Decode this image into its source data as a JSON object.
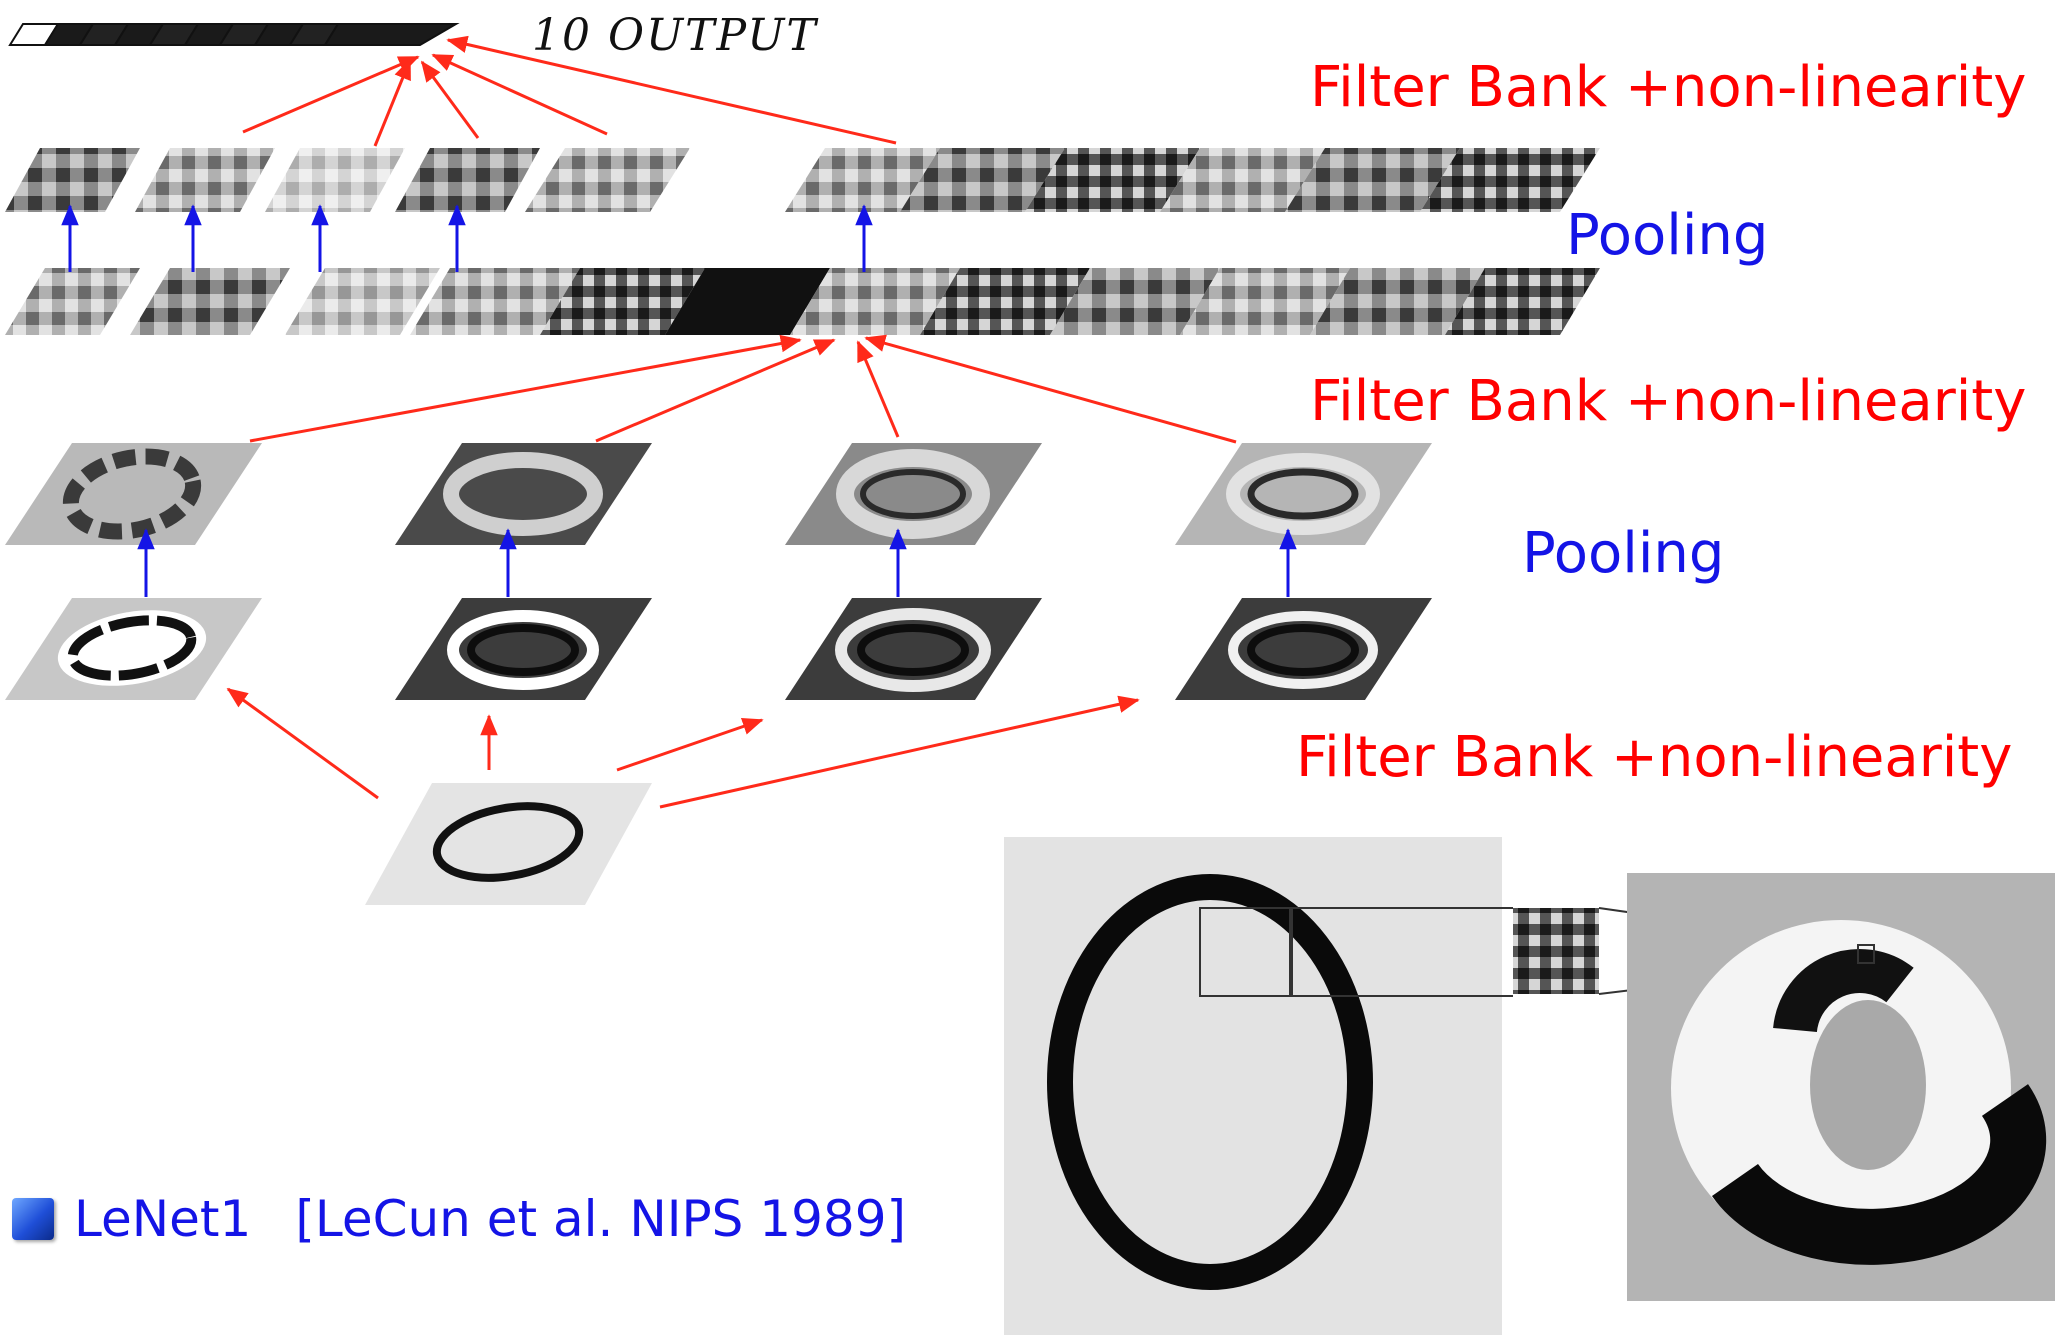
{
  "labels": {
    "output": "10 OUTPUT",
    "filter_bank_1": "Filter Bank +non-linearity",
    "pooling_1": "Pooling",
    "filter_bank_2": "Filter Bank +non-linearity",
    "pooling_2": "Pooling",
    "filter_bank_3": "Filter Bank +non-linearity"
  },
  "citation": {
    "model": "LeNet1",
    "reference": "[LeCun et al. NIPS 1989]"
  },
  "colors": {
    "filter_arrow": "#ff2a1a",
    "pooling_arrow": "#1414e6",
    "filter_text": "#ff0000",
    "pooling_text": "#1414e6"
  }
}
